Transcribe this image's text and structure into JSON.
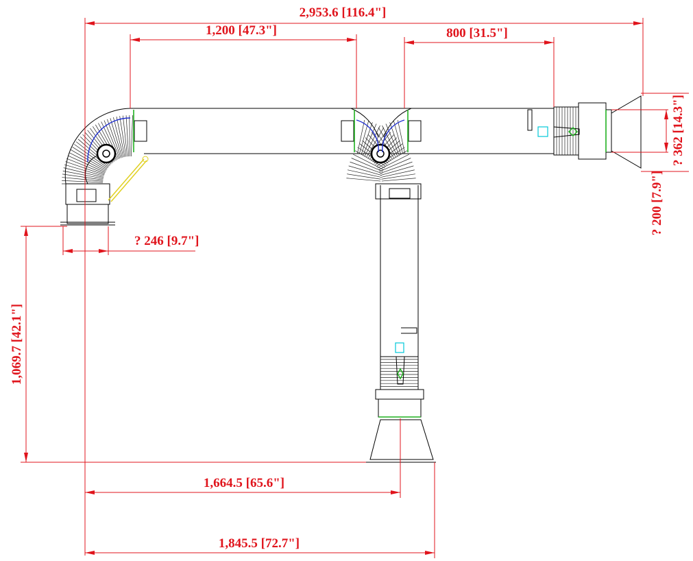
{
  "dimensions": {
    "overall_width": "2,953.6 [116.4\"]",
    "top_span_1": "1,200 [47.3\"]",
    "top_span_2": "800 [31.5\"]",
    "inlet_diameter": "? 246 [9.7\"]",
    "height": "1,069.7 [42.1\"]",
    "right_offset_1": "1,664.5 [65.6\"]",
    "right_offset_2": "1,845.5 [72.7\"]",
    "hood_diameter_large": "? 362 [14.3\"]",
    "hood_diameter_small": "? 200 [7.9\"]"
  },
  "colors": {
    "dimension": "#e0141c",
    "outline": "#000000",
    "joint": "#1f2fd0",
    "seal": "#1fb01f",
    "marker": "#00c8d8",
    "support_arm": "#e0d020"
  }
}
